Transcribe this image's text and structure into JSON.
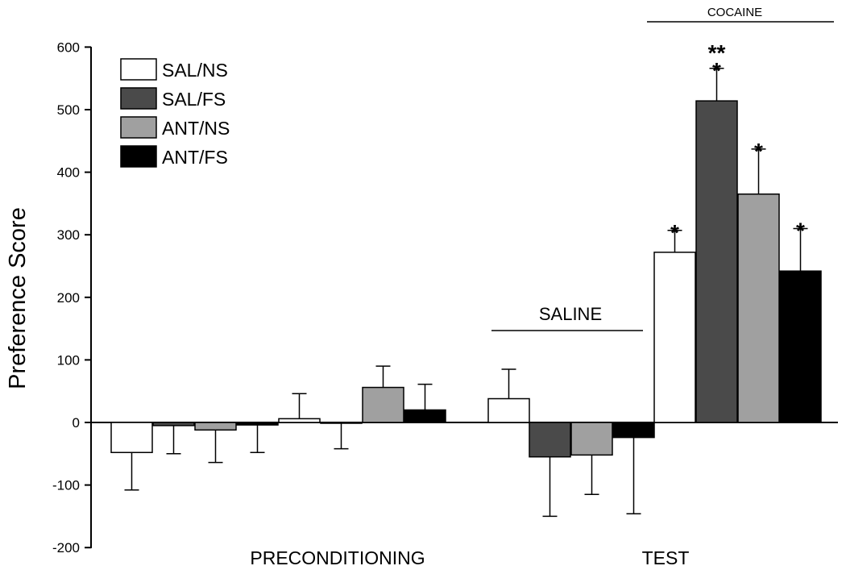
{
  "chart_data": {
    "type": "bar",
    "ylabel": "Preference Score",
    "ylim": [
      -200,
      600
    ],
    "yticks": [
      600,
      500,
      400,
      300,
      200,
      100,
      0,
      -100,
      -200
    ],
    "groups": [
      "PRECONDITIONING",
      "TEST"
    ],
    "legend": [
      {
        "name": "SAL/NS",
        "color": "#ffffff"
      },
      {
        "name": "SAL/FS",
        "color": "#4a4a4a"
      },
      {
        "name": "ANT/NS",
        "color": "#a0a0a0"
      },
      {
        "name": "ANT/FS",
        "color": "#000000"
      }
    ],
    "brackets": [
      {
        "label": "SALINE"
      },
      {
        "label": "COCAINE"
      }
    ],
    "bars": [
      {
        "group": "PRECONDITIONING",
        "series": "SAL/NS",
        "color": "#ffffff",
        "value": -48,
        "error": -60,
        "sig": ""
      },
      {
        "group": "PRECONDITIONING",
        "series": "SAL/FS",
        "color": "#4a4a4a",
        "value": -5,
        "error": -45,
        "sig": ""
      },
      {
        "group": "PRECONDITIONING",
        "series": "ANT/NS",
        "color": "#a0a0a0",
        "value": -12,
        "error": -52,
        "sig": ""
      },
      {
        "group": "PRECONDITIONING",
        "series": "ANT/FS",
        "color": "#000000",
        "value": -4,
        "error": -44,
        "sig": ""
      },
      {
        "group": "PRECONDITIONING",
        "series": "SAL/NS",
        "color": "#ffffff",
        "value": 6,
        "error": 40,
        "sig": ""
      },
      {
        "group": "PRECONDITIONING",
        "series": "SAL/FS",
        "color": "#4a4a4a",
        "value": 0,
        "error": -42,
        "sig": ""
      },
      {
        "group": "PRECONDITIONING",
        "series": "ANT/NS",
        "color": "#a0a0a0",
        "value": 56,
        "error": 34,
        "sig": ""
      },
      {
        "group": "PRECONDITIONING",
        "series": "ANT/FS",
        "color": "#000000",
        "value": 20,
        "error": 41,
        "sig": ""
      },
      {
        "group": "TEST",
        "series": "SAL/NS",
        "color": "#ffffff",
        "value": 38,
        "error": 47,
        "sig": ""
      },
      {
        "group": "TEST",
        "series": "SAL/FS",
        "color": "#4a4a4a",
        "value": -55,
        "error": -95,
        "sig": ""
      },
      {
        "group": "TEST",
        "series": "ANT/NS",
        "color": "#a0a0a0",
        "value": -52,
        "error": -63,
        "sig": ""
      },
      {
        "group": "TEST",
        "series": "ANT/FS",
        "color": "#000000",
        "value": -24,
        "error": -122,
        "sig": ""
      },
      {
        "group": "TEST",
        "series": "SAL/NS",
        "color": "#ffffff",
        "value": 272,
        "error": 35,
        "sig": "*"
      },
      {
        "group": "TEST",
        "series": "SAL/FS",
        "color": "#4a4a4a",
        "value": 514,
        "error": 52,
        "sig": "**\n*"
      },
      {
        "group": "TEST",
        "series": "ANT/NS",
        "color": "#a0a0a0",
        "value": 365,
        "error": 72,
        "sig": "*"
      },
      {
        "group": "TEST",
        "series": "ANT/FS",
        "color": "#000000",
        "value": 242,
        "error": 68,
        "sig": "*"
      }
    ]
  }
}
